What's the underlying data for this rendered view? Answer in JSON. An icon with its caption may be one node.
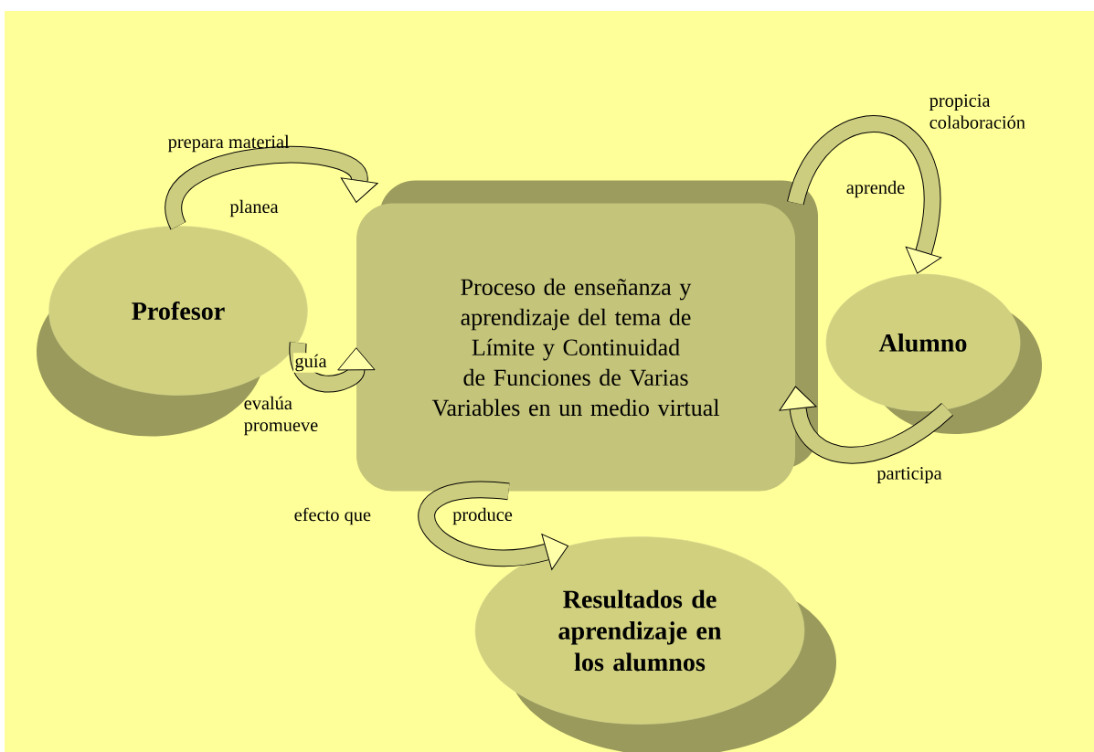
{
  "diagram": {
    "nodes": [
      {
        "text": [
          "Profesor"
        ]
      },
      {
        "text": [
          "Proceso de enseñanza y aprendizaje del tema de Límite y Continuidad de Funciones de Varias Variables en un medio virtual"
        ]
      },
      {
        "text": [
          "Alumno"
        ]
      },
      {
        "text": [
          "Resultados de aprendizaje en los alumnos"
        ]
      }
    ],
    "edges": [
      {
        "from": 0,
        "to": 1,
        "arrow": "to",
        "label": "planea"
      },
      {
        "from": 0,
        "to": 1,
        "arrow": "to",
        "label": "guía"
      },
      {
        "from": 1,
        "to": 2,
        "arrow": "to",
        "label": "aprende"
      },
      {
        "from": 2,
        "to": 1,
        "arrow": "to",
        "label": "participa"
      },
      {
        "from": 1,
        "to": 3,
        "arrow": "to",
        "label": "produce"
      }
    ],
    "labels": [
      "propicia colaboración",
      "prepara material",
      "evalúa promueve",
      "efecto que"
    ]
  }
}
